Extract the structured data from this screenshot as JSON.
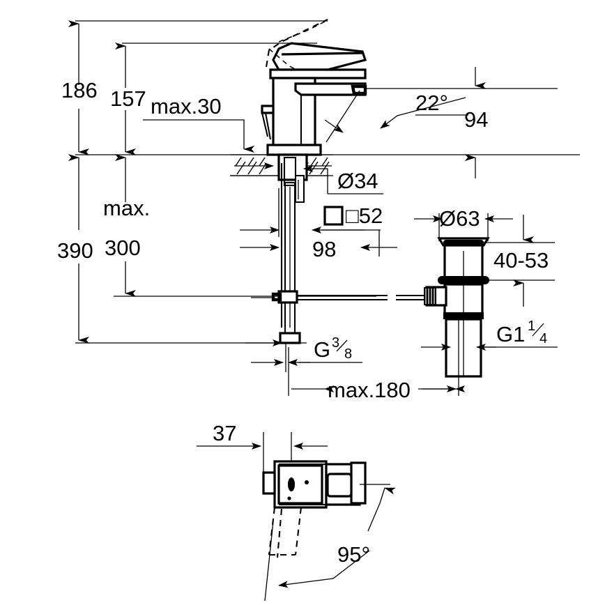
{
  "document": {
    "kind": "technical-dimension-drawing",
    "subject": "single-lever basin mixer with pop-up waste",
    "background_color": "#ffffff",
    "line_color": "#000000",
    "units_note": "mm"
  },
  "dimensions": {
    "overall_height_to_lever_top": "186",
    "height_to_lever_raised": "157",
    "deck_thickness_max": "max.30",
    "total_height_with_connections": "390",
    "max_label": "max.",
    "max_under_deck": "300",
    "spout_projection_angle": "22°",
    "spout_height": "94",
    "mounting_hole_diameter": "Ø34",
    "body_square": "□52",
    "spout_reach": "98",
    "drain_flange_diameter": "Ø63",
    "drain_adjust_range": "40-53",
    "drain_thread": {
      "base": "G1",
      "numerator": "1",
      "denominator": "4"
    },
    "supply_thread": {
      "base": "G",
      "numerator": "3",
      "denominator": "8"
    },
    "supply_hose_length": "max.180",
    "plan_offset": "37",
    "plan_swivel_angle": "95°"
  },
  "views": [
    {
      "id": "front-elevation",
      "label": "front elevation with mixer, deck and pop-up waste"
    },
    {
      "id": "plan-view",
      "label": "plan view showing swivel range"
    }
  ],
  "labels": [
    "186",
    "157",
    "max.30",
    "390",
    "max.",
    "300",
    "22°",
    "94",
    "Ø34",
    "□52",
    "98",
    "Ø63",
    "40-53",
    "G1",
    "1",
    "4",
    "G",
    "3",
    "8",
    "max.180",
    "37",
    "95°"
  ]
}
